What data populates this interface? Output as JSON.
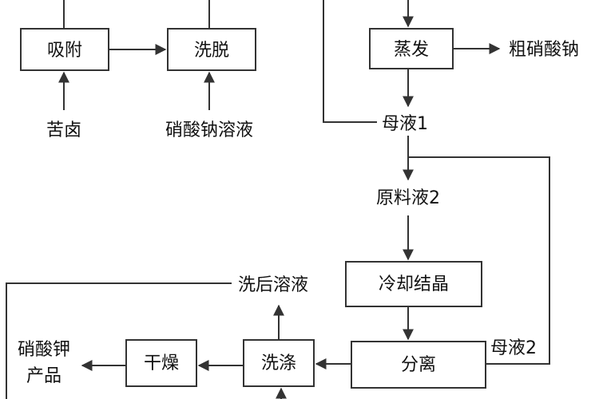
{
  "nodes": {
    "adsorption": "吸附",
    "elution": "洗脱",
    "evaporation": "蒸发",
    "crude_sodium_nitrate": "粗硝酸钠",
    "bittern": "苦卤",
    "sodium_nitrate_solution": "硝酸钠溶液",
    "mother_liquor_1": "母液1",
    "feed_liquid_2": "原料液2",
    "cooling_crystallization": "冷却结晶",
    "post_wash_solution": "洗后溶液",
    "separation": "分离",
    "mother_liquor_2": "母液2",
    "washing": "洗涤",
    "drying": "干燥",
    "potassium_nitrate_product_line1": "硝酸钾",
    "potassium_nitrate_product_line2": "产品"
  },
  "colors": {
    "stroke": "#333333",
    "text": "#111111",
    "background": "#ffffff"
  }
}
